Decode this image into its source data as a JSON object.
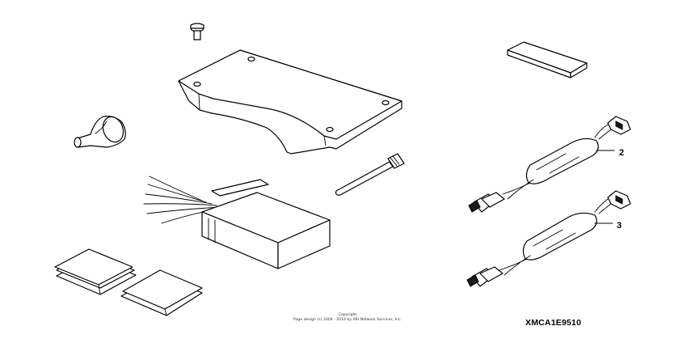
{
  "callouts": {
    "item_2": "2",
    "item_3": "3"
  },
  "footer": {
    "copyright_line1": "Copyright",
    "copyright_line2": "Page design (c) 2004 - 2014 by ARI Network Services, Inc.",
    "diagram_code": "XMCA1E9510"
  }
}
